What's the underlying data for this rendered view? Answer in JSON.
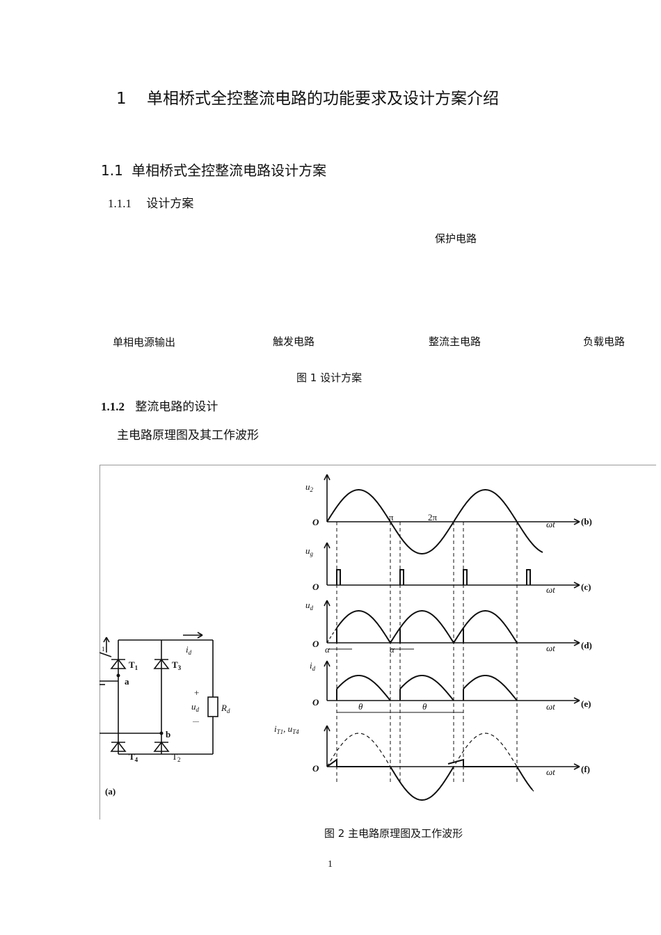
{
  "heading1": {
    "number": "1",
    "title": "单相桥式全控整流电路的功能要求及设计方案介绍"
  },
  "heading2": {
    "number": "1.1",
    "title": "单相桥式全控整流电路设计方案"
  },
  "heading3a": {
    "number": "1.1.1",
    "title": "设计方案"
  },
  "block_diagram": {
    "protection": "保护电路",
    "source": "单相电源输出",
    "trigger": "触发电路",
    "rectifier": "整流主电路",
    "load": "负载电路"
  },
  "figure1_caption": "图 1 设计方案",
  "heading3b": {
    "number": "1.1.2",
    "title": "整流电路的设计"
  },
  "paragraph": "主电路原理图及其工作波形",
  "figure2": {
    "circuit": {
      "t1": "T",
      "t1_sub": "1",
      "t3": "T",
      "t3_sub": "3",
      "t4": "T",
      "t4_sub": "4",
      "t2": "T",
      "t2_sub": "2",
      "node_a": "a",
      "node_b": "b",
      "current_id": "i",
      "current_id_sub": "d",
      "plus": "+",
      "minus": "—",
      "ud": "u",
      "ud_sub": "d",
      "rd": "R",
      "rd_sub": "d",
      "i1": "1",
      "panel": "(a)"
    },
    "waveforms": {
      "u2": "u",
      "u2_sub": "2",
      "ug": "u",
      "ug_sub": "g",
      "ud": "u",
      "ud_sub": "d",
      "id": "i",
      "id_sub": "d",
      "itu": "i",
      "itu_sub": "T1",
      "itu_sep": ", u",
      "itu_sub2": "T4",
      "origin": "O",
      "omega_t": "ωt",
      "pi": "π",
      "two_pi": "2π",
      "alpha": "α",
      "theta": "θ",
      "panel_b": "(b)",
      "panel_c": "(c)",
      "panel_d": "(d)",
      "panel_e": "(e)",
      "panel_f": "(f)"
    }
  },
  "figure2_caption": "图 2  主电路原理图及工作波形",
  "page_number": "1"
}
